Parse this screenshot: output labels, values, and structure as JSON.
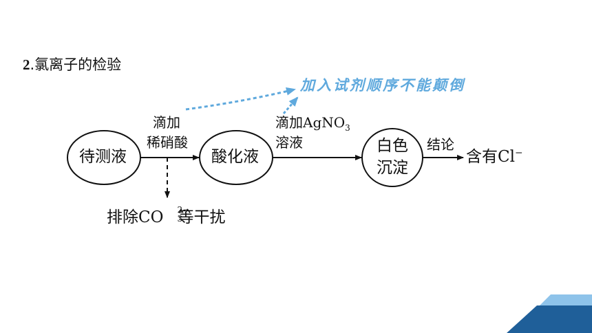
{
  "heading": {
    "number": "2",
    "text": ".氯离子的检验"
  },
  "nodes": {
    "sample": "待测液",
    "acidified": "酸化液",
    "precipitate_line1": "白色",
    "precipitate_line2": "沉淀"
  },
  "steps": {
    "step1_line1": "滴加",
    "step1_line2": "稀硝酸",
    "step2_line1_prefix": "滴加AgNO",
    "step2_line1_sub": "3",
    "step2_line2": "溶液",
    "step3": "结论"
  },
  "conclusion": {
    "prefix": "含有Cl",
    "sup": "−"
  },
  "side_effect": {
    "prefix": "排除CO",
    "charge": "2−",
    "sub": "3",
    "suffix": "等干扰"
  },
  "note": "加入试剂顺序不能颠倒",
  "colors": {
    "text": "#111111",
    "note": "#5fa9dd",
    "corner_dark": "#1f5f99",
    "corner_light": "#8ec3ea"
  }
}
